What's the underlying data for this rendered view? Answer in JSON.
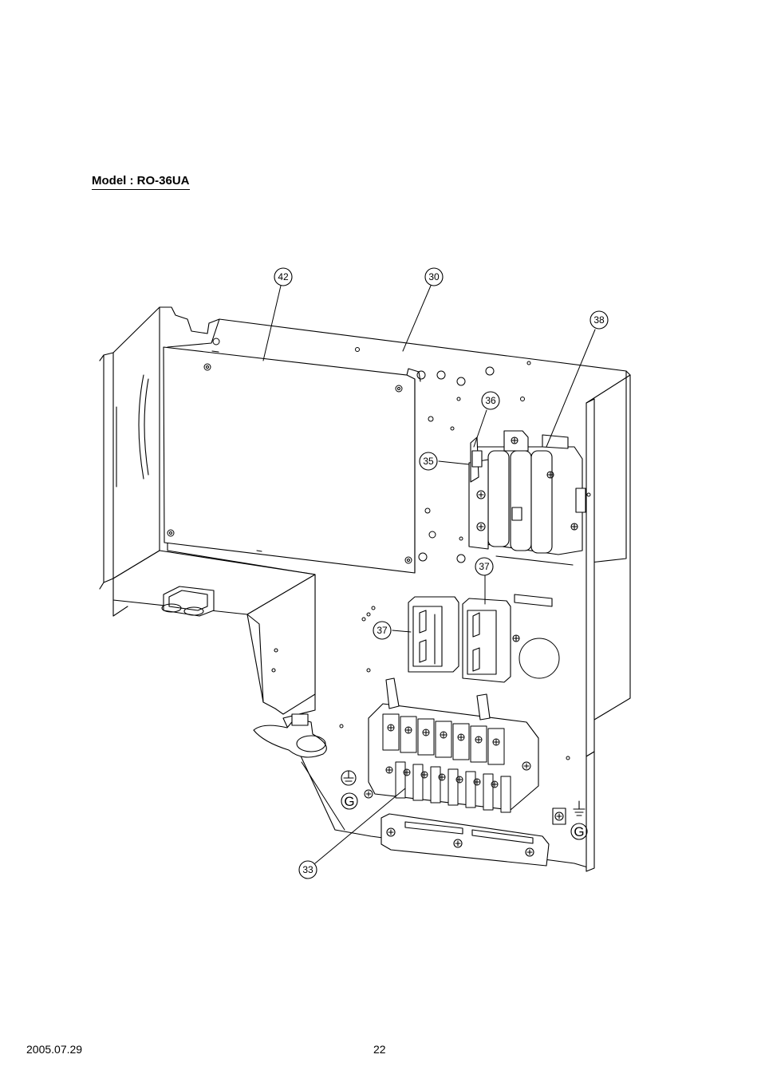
{
  "header": {
    "model": "Model : RO-36UA"
  },
  "callouts": [
    {
      "id": "callout-42",
      "label": "42"
    },
    {
      "id": "callout-30",
      "label": "30"
    },
    {
      "id": "callout-38",
      "label": "38"
    },
    {
      "id": "callout-36",
      "label": "36"
    },
    {
      "id": "callout-35",
      "label": "35"
    },
    {
      "id": "callout-37a",
      "label": "37"
    },
    {
      "id": "callout-37b",
      "label": "37"
    },
    {
      "id": "callout-33",
      "label": "33"
    }
  ],
  "symbols": {
    "ground_letter": "G"
  },
  "footer": {
    "date": "2005.07.29",
    "page": "22"
  }
}
